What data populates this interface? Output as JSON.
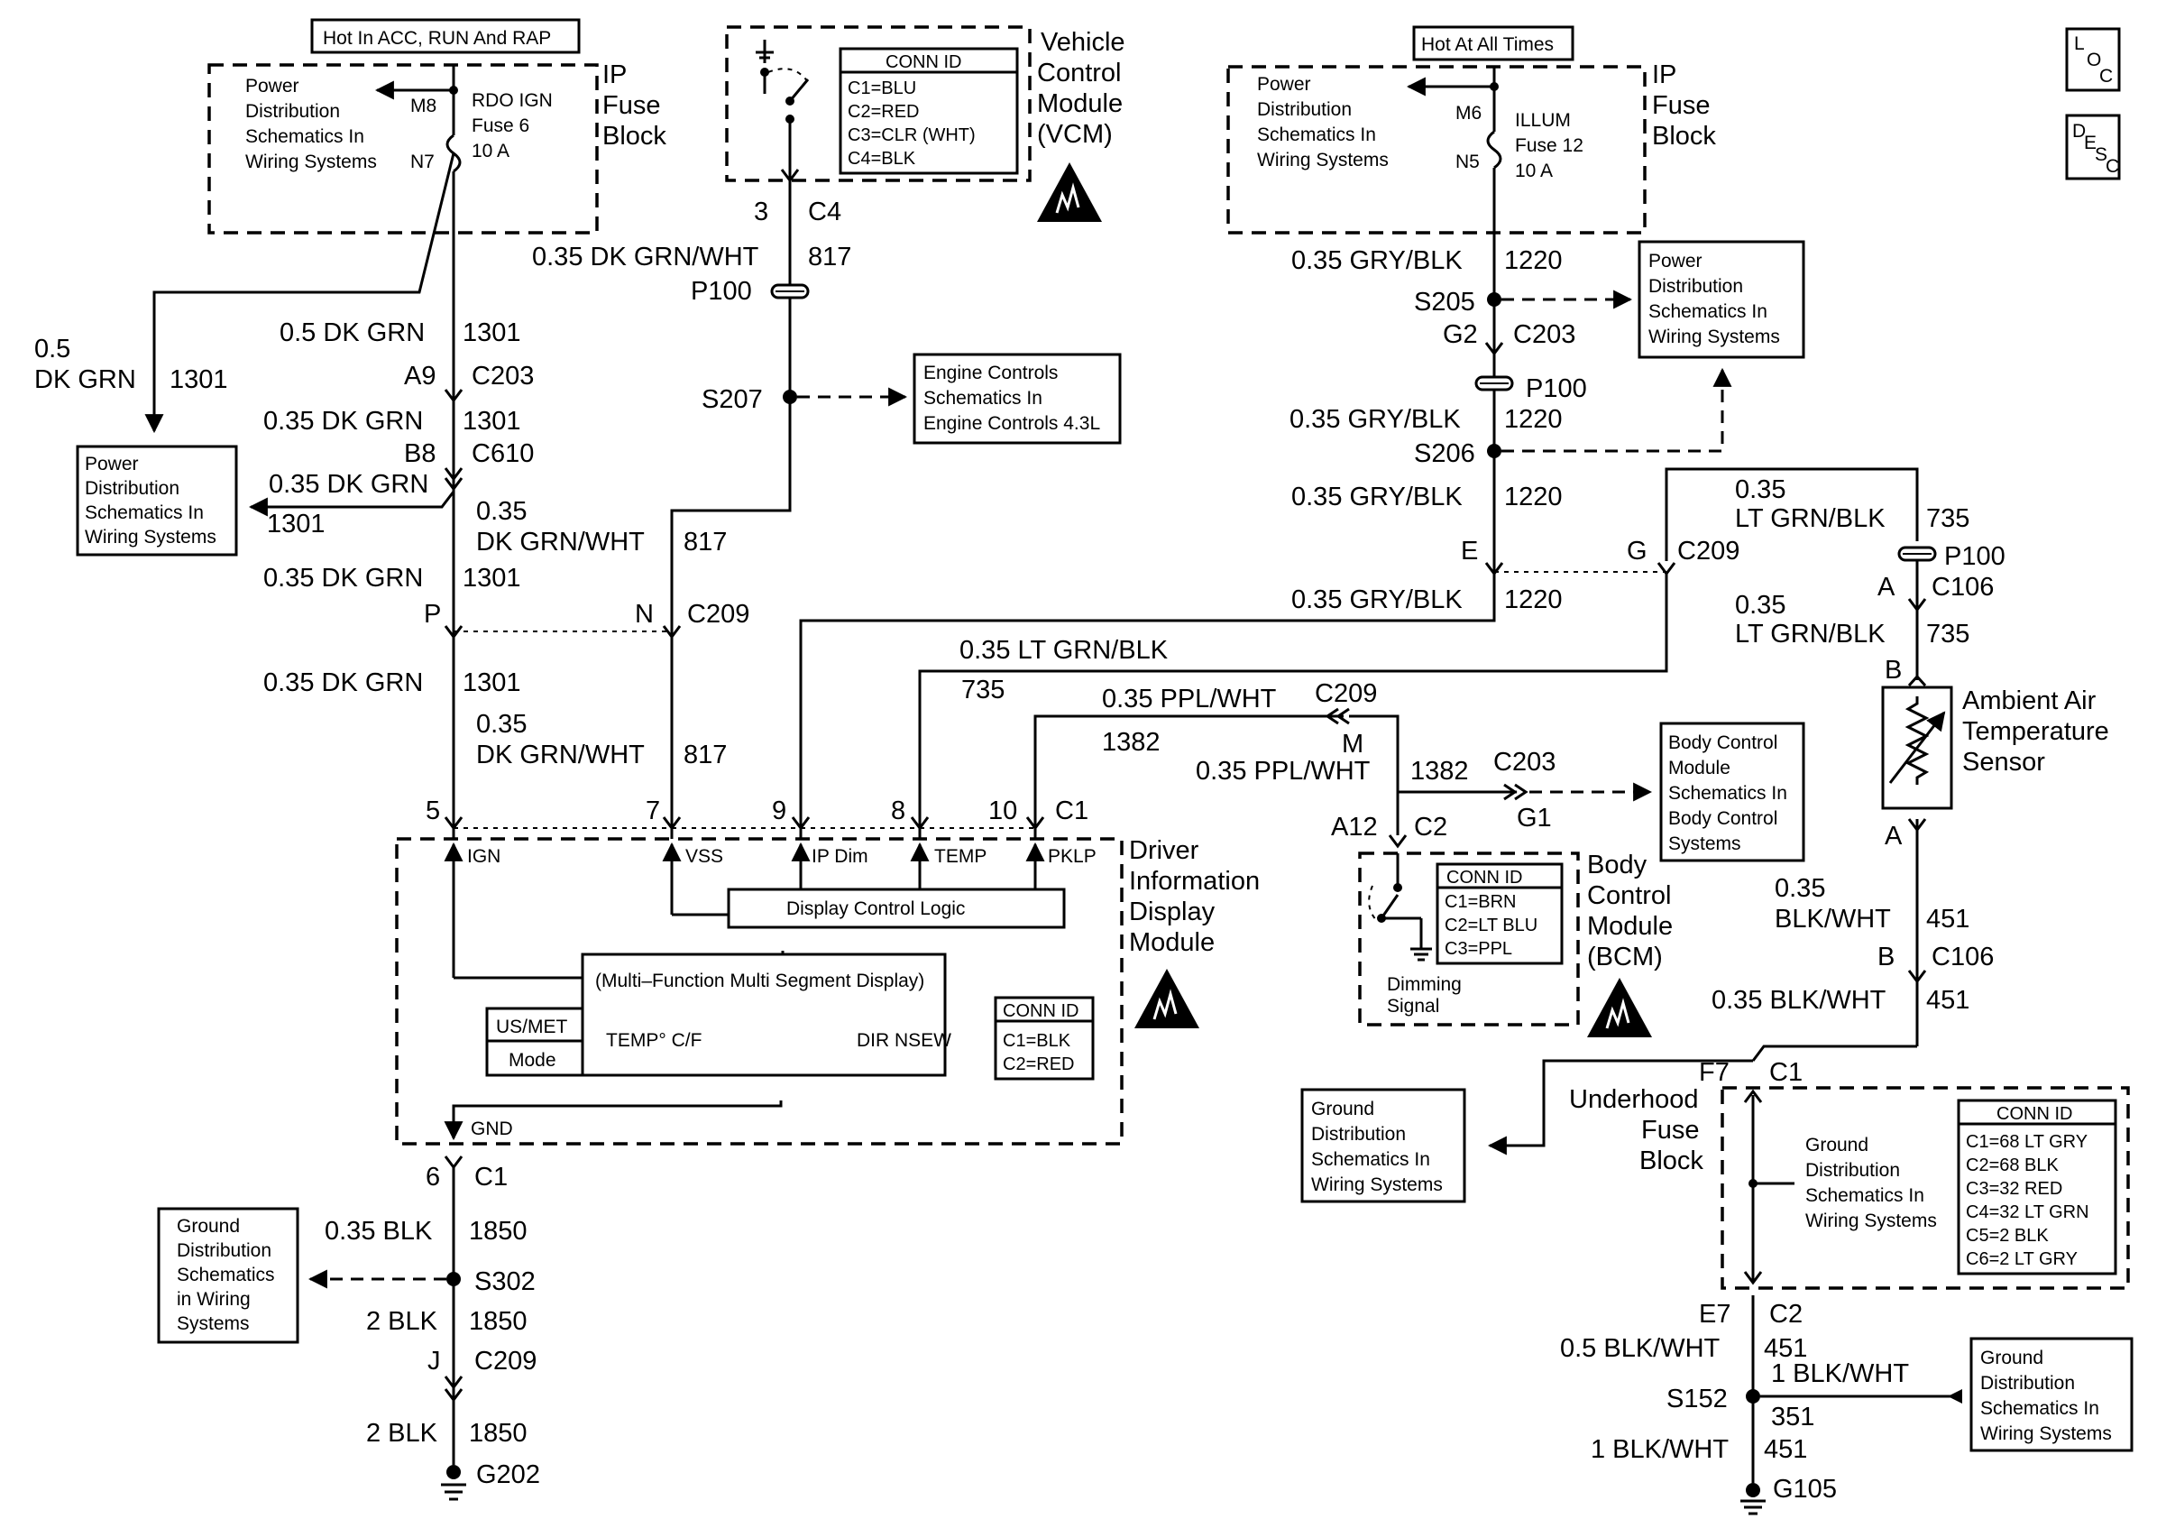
{
  "labels": {
    "hot_acc_run_rap": "Hot In ACC, RUN And RAP",
    "hot_at_all_times": "Hot At All Times",
    "ip_fuse_block": [
      "IP",
      "Fuse",
      "Block"
    ],
    "vcm": [
      "Vehicle",
      "Control",
      "Module",
      "(VCM)"
    ],
    "dim": [
      "Driver",
      "Information",
      "Display",
      "Module"
    ],
    "bcm": [
      "Body",
      "Control",
      "Module",
      "(BCM)"
    ],
    "underhood": [
      "Underhood",
      "Fuse",
      "Block"
    ],
    "ambient": [
      "Ambient Air",
      "Temperature",
      "Sensor"
    ],
    "loc": [
      "L",
      "O",
      "C"
    ],
    "desc": [
      "D",
      "E",
      "S",
      "C"
    ]
  },
  "refs": {
    "pd_top_left": [
      "Power",
      "Distribution",
      "Schematics In",
      "Wiring Systems"
    ],
    "pd_left": [
      "Power",
      "Distribution",
      "Schematics In",
      "Wiring Systems"
    ],
    "pd_top_right": [
      "Power",
      "Distribution",
      "Schematics In",
      "Wiring Systems"
    ],
    "pd_right": [
      "Power",
      "Distribution",
      "Schematics In",
      "Wiring Systems"
    ],
    "engine": [
      "Engine Controls",
      "Schematics In",
      "Engine Controls 4.3L"
    ],
    "bcm_ref": [
      "Body Control",
      "Module",
      "Schematics In",
      "Body Control",
      "Systems"
    ],
    "gd_left": [
      "Ground",
      "Distribution",
      "Schematics",
      "in Wiring",
      "Systems"
    ],
    "gd_mid": [
      "Ground",
      "Distribution",
      "Schematics In",
      "Wiring Systems"
    ],
    "gd_underhood": [
      "Ground",
      "Distribution",
      "Schematics In",
      "Wiring Systems"
    ],
    "gd_right": [
      "Ground",
      "Distribution",
      "Schematics In",
      "Wiring Systems"
    ]
  },
  "fuses": {
    "rdo": {
      "top_pin": "M8",
      "bottom_pin": "N7",
      "lines": [
        "RDO IGN",
        "Fuse 6",
        "10 A"
      ]
    },
    "illum": {
      "top_pin": "M6",
      "bottom_pin": "N5",
      "lines": [
        "ILLUM",
        "Fuse 12",
        "10 A"
      ]
    }
  },
  "conn_ids": {
    "vcm": {
      "title": "CONN ID",
      "lines": [
        "C1=BLU",
        "C2=RED",
        "C3=CLR (WHT)",
        "C4=BLK"
      ]
    },
    "dim": {
      "title": "CONN ID",
      "lines": [
        "C1=BLK",
        "C2=RED"
      ]
    },
    "bcm": {
      "title": "CONN ID",
      "lines": [
        "C1=BRN",
        "C2=LT BLU",
        "C3=PPL"
      ]
    },
    "underhood": {
      "title": "CONN ID",
      "lines": [
        "C1=68 LT GRY",
        "C2=68 BLK",
        "C3=32 RED",
        "C4=32 LT GRN",
        "C5=2 BLK",
        "C6=2 LT GRY"
      ]
    }
  },
  "dim_module": {
    "pins": [
      "IGN",
      "VSS",
      "IP Dim",
      "TEMP",
      "PKLP"
    ],
    "pin_numbers": [
      "5",
      "7",
      "9",
      "8",
      "10"
    ],
    "connector": "C1",
    "logic": "Display Control Logic",
    "display": "(Multi–Function Multi Segment Display)",
    "temp": "TEMP° C/F",
    "dir": "DIR NSEW",
    "usmet": "US/MET",
    "mode": "Mode",
    "gnd": "GND"
  },
  "bcm_dimming": [
    "Dimming",
    "Signal"
  ],
  "wires": {
    "w817_top": "0.35 DK GRN/WHT",
    "c817": "817",
    "w1301_a": "0.5 DK GRN",
    "c1301": "1301",
    "w1301_left_a": "0.5",
    "w1301_left_b": "DK GRN",
    "w1301_b": "0.35 DK GRN",
    "w1301_c": "0.35 DK GRN",
    "w1301_d": "0.35 DK GRN",
    "w1301_e": "0.35 DK GRN",
    "w817_mid_a": "0.35",
    "w817_mid_b": "DK GRN/WHT",
    "w1220": "0.35 GRY/BLK",
    "c1220": "1220",
    "w735_a": "0.35",
    "w735_b": "LT GRN/BLK",
    "w735_full": "0.35 LT GRN/BLK",
    "c735": "735",
    "w1382": "0.35 PPL/WHT",
    "c1382": "1382",
    "w451_a": "0.35",
    "w451_b": "BLK/WHT",
    "w451_full": "0.35 BLK/WHT",
    "c451": "451",
    "w451_05": "0.5 BLK/WHT",
    "w451_1": "1 BLK/WHT",
    "w351": "1 BLK/WHT",
    "c351": "351",
    "w1850_a": "0.35 BLK",
    "w1850_b": "2 BLK",
    "c1850": "1850"
  },
  "connectors": {
    "c4_pin": "3",
    "c4": "C4",
    "p100": "P100",
    "s207": "S207",
    "a9": "A9",
    "c203": "C203",
    "b8": "B8",
    "c610": "C610",
    "p": "P",
    "n": "N",
    "c209": "C209",
    "s205": "S205",
    "g2": "G2",
    "s206": "S206",
    "e": "E",
    "g": "G",
    "a": "A",
    "c106": "C106",
    "b": "B",
    "m": "M",
    "g1": "G1",
    "a12": "A12",
    "c2": "C2",
    "f7": "F7",
    "c1": "C1",
    "e7": "E7",
    "s152": "S152",
    "g105": "G105",
    "pin6": "6",
    "s302": "S302",
    "j": "J",
    "g202": "G202"
  }
}
